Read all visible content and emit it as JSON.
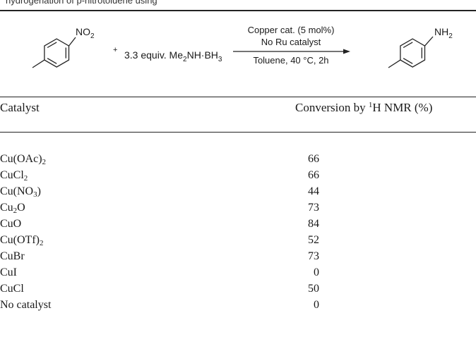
{
  "caption": "hydrogenation of p-nitrotoluene using",
  "scheme": {
    "reactant_group": "NO2",
    "plus": "+",
    "reagent": "3.3 equiv. Me2NH·BH3",
    "arrow_above_1": "Copper cat. (5 mol%)",
    "arrow_above_2": "No Ru catalyst",
    "arrow_below": "Toluene, 40 °C, 2h",
    "product_group": "NH2"
  },
  "table": {
    "headers": [
      "Catalyst",
      "Conversion by 1H NMR (%)"
    ],
    "rows": [
      {
        "catalyst": "Cu(OAc)2",
        "conversion": "66"
      },
      {
        "catalyst": "CuCl2",
        "conversion": "66"
      },
      {
        "catalyst": "Cu(NO3)",
        "conversion": "44"
      },
      {
        "catalyst": "Cu2O",
        "conversion": "73"
      },
      {
        "catalyst": "CuO",
        "conversion": "84"
      },
      {
        "catalyst": "Cu(OTf)2",
        "conversion": "52"
      },
      {
        "catalyst": "CuBr",
        "conversion": "73"
      },
      {
        "catalyst": "CuI",
        "conversion": "0"
      },
      {
        "catalyst": "CuCl",
        "conversion": "50"
      },
      {
        "catalyst": "No catalyst",
        "conversion": "0"
      }
    ]
  }
}
